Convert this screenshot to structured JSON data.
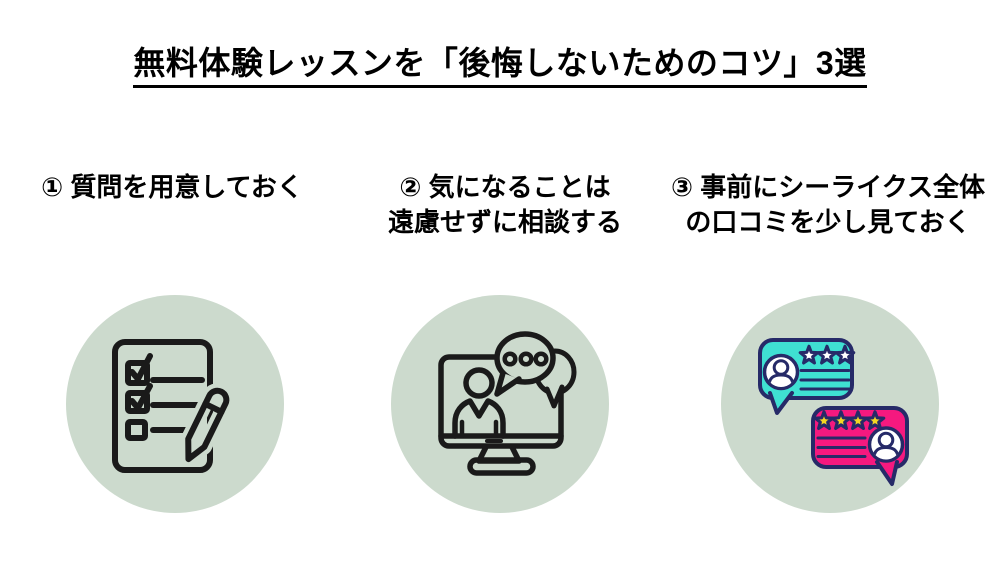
{
  "title": {
    "text": "無料体験レッスンを「後悔しないためのコツ」3選"
  },
  "columns": [
    {
      "heading_lines": [
        "① 質問を用意しておく",
        ""
      ],
      "icon": "checklist-pencil-icon"
    },
    {
      "heading_lines": [
        "② 気になることは",
        "遠慮せずに相談する"
      ],
      "icon": "online-lesson-monitor-icon"
    },
    {
      "heading_lines": [
        "③ 事前にシーライクス全体",
        "の口コミを少し見ておく"
      ],
      "icon": "review-speech-bubbles-icon"
    }
  ],
  "colors": {
    "page_bg": "#ffffff",
    "title_color": "#000000",
    "circle_bg": "#ccdacd",
    "ink": "#1a1a1a",
    "teal": "#3fe0d2",
    "pink": "#f5197f",
    "navy": "#262a68",
    "yellow": "#f2d722"
  }
}
